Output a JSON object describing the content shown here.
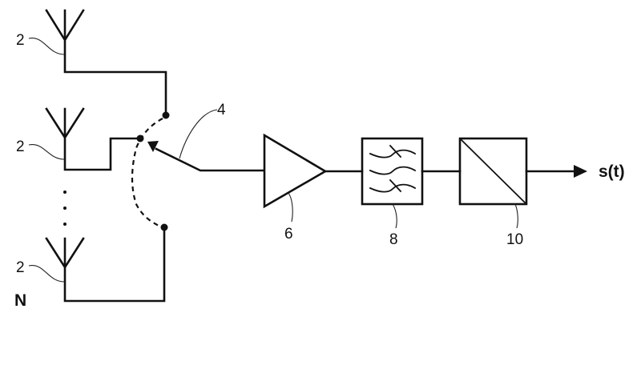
{
  "diagram": {
    "antennas": [
      {
        "id": "antenna-1",
        "ref": "2"
      },
      {
        "id": "antenna-2",
        "ref": "2"
      },
      {
        "id": "antenna-n",
        "ref": "2",
        "index_label": "N"
      }
    ],
    "ellipsis": "⋮",
    "switch": {
      "ref": "4"
    },
    "amplifier": {
      "ref": "6"
    },
    "filter": {
      "ref": "8"
    },
    "converter": {
      "ref": "10"
    },
    "output": {
      "label": "s(t)"
    }
  }
}
